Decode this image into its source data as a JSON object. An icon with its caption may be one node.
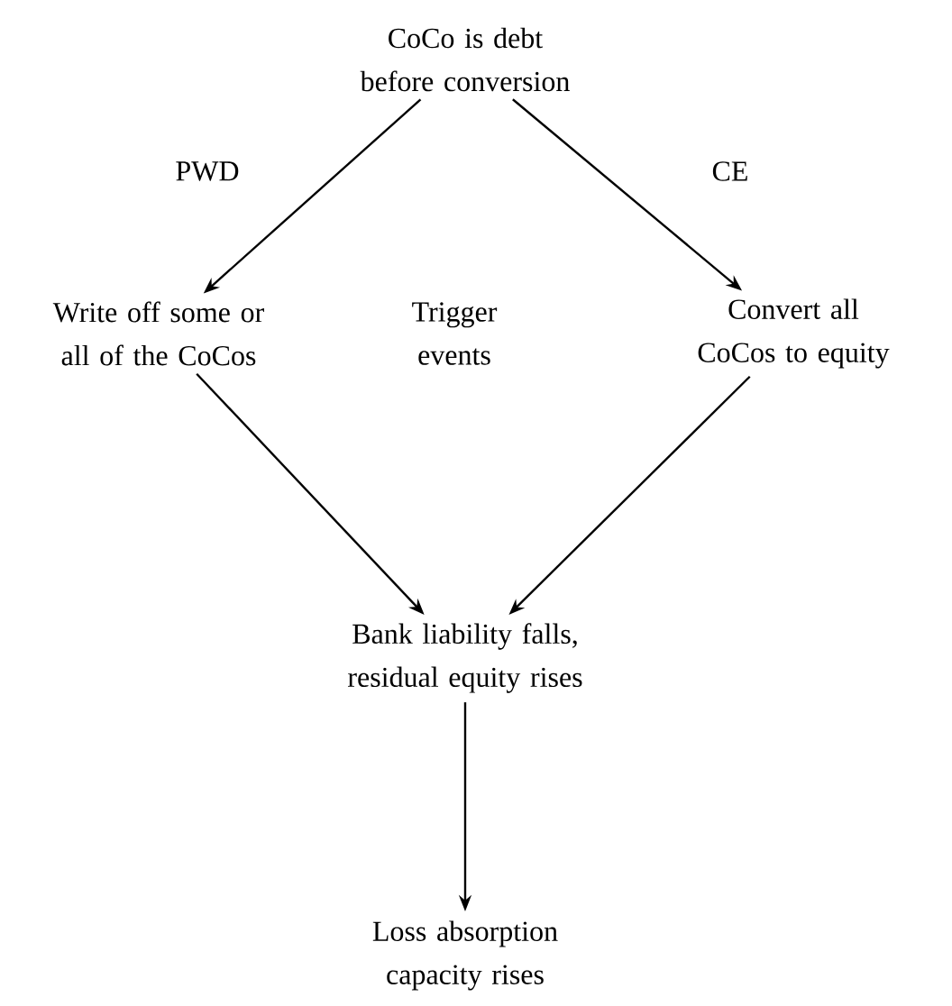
{
  "diagram": {
    "nodes": [
      {
        "text": [
          "CoCo is debt before conversion"
        ]
      },
      {
        "text": [
          "Write off some or all of the CoCos"
        ]
      },
      {
        "text": [
          "Convert all CoCos to equity"
        ]
      },
      {
        "text": [
          "Bank liability falls, residual equity rises"
        ]
      },
      {
        "text": [
          "Loss absorption capacity rises"
        ]
      }
    ],
    "edges": [
      {
        "from": 0,
        "to": 1,
        "arrow": "to",
        "label": "PWD"
      },
      {
        "from": 0,
        "to": 2,
        "arrow": "to",
        "label": "CE"
      },
      {
        "from": 1,
        "to": 3,
        "arrow": "to"
      },
      {
        "from": 2,
        "to": 3,
        "arrow": "to"
      },
      {
        "from": 3,
        "to": 4,
        "arrow": "to"
      }
    ],
    "labels": [
      "Trigger events"
    ]
  }
}
